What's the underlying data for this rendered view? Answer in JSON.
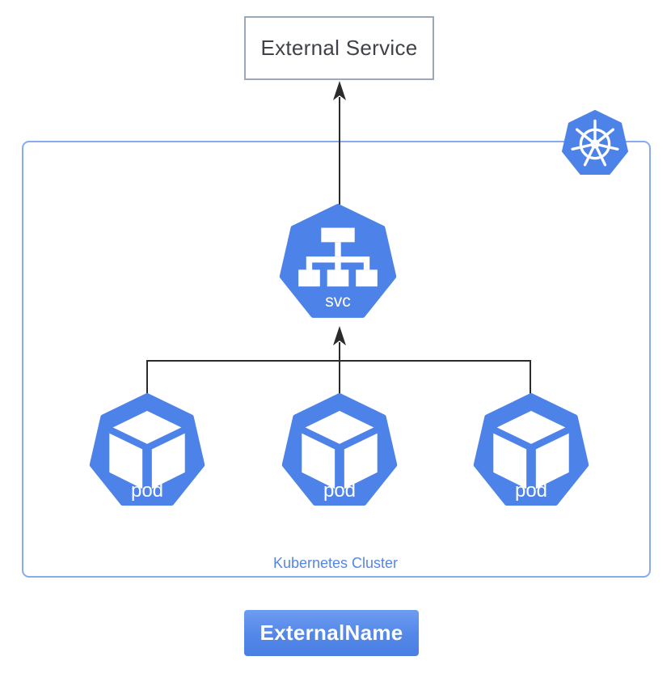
{
  "external_service": {
    "label": "External Service"
  },
  "cluster": {
    "label": "Kubernetes Cluster"
  },
  "nodes": {
    "svc": {
      "label": "svc",
      "icon": "service-tree-icon"
    },
    "pods": [
      {
        "label": "pod",
        "icon": "cube-icon"
      },
      {
        "label": "pod",
        "icon": "cube-icon"
      },
      {
        "label": "pod",
        "icon": "cube-icon"
      }
    ],
    "kubernetes_logo": {
      "icon": "kubernetes-helm-wheel-icon"
    }
  },
  "badge": {
    "label": "ExternalName"
  },
  "colors": {
    "node_blue": "#4d83e8",
    "cluster_border": "#87aaf1",
    "cluster_label_text": "#5585e8",
    "external_box_border": "#9aa9ba",
    "external_box_text": "#3f4349",
    "arrow": "#2b2b2b",
    "badge_gradient_top": "#6e9cf0",
    "badge_gradient_bottom": "#4a7fe2",
    "badge_text": "#ffffff",
    "glyph_white": "#ffffff"
  }
}
